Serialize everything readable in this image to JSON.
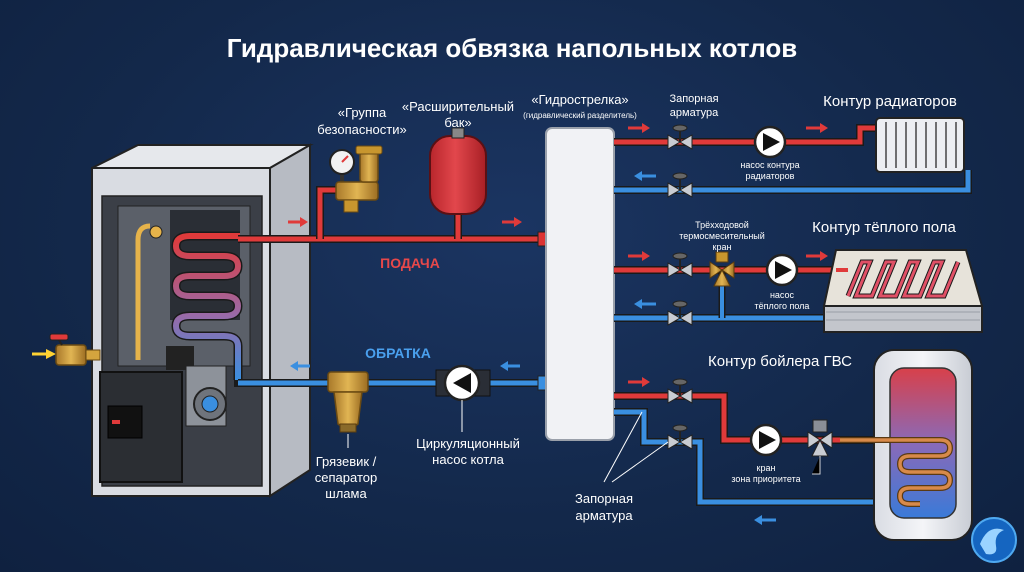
{
  "title": "Гидравлическая обвязка напольных котлов",
  "labels": {
    "safety_group_1": "«Группа",
    "safety_group_2": "безопасности»",
    "expansion_1": "«Расширительный",
    "expansion_2": "бак»",
    "hydro_1": "«Гидрострелка»",
    "hydro_2": "(гидравлический разделитель)",
    "shutoff_top_1": "Запорная",
    "shutoff_top_2": "арматура",
    "radiators_circuit": "Контур радиаторов",
    "radiator_pump_1": "насос контура",
    "radiator_pump_2": "радиаторов",
    "three_way_1": "Трёхходовой",
    "three_way_2": "термосмесительный",
    "three_way_3": "кран",
    "floor_circuit": "Контур тёплого пола",
    "floor_pump_1": "насос",
    "floor_pump_2": "тёплого пола",
    "supply": "ПОДАЧА",
    "return": "ОБРАТКА",
    "dhw_circuit": "Контур бойлера ГВС",
    "priority_1": "кран",
    "priority_2": "зона приоритета",
    "strainer_1": "Грязевик /",
    "strainer_2": "сепаратор",
    "strainer_3": "шлама",
    "boiler_pump_1": "Циркуляционный",
    "boiler_pump_2": "насос котла",
    "shutoff_bottom_1": "Запорная",
    "shutoff_bottom_2": "арматура"
  },
  "colors": {
    "background": "#13284a",
    "supply": "#e03a3a",
    "return": "#3a8fe0",
    "supply_text": "#e8484a",
    "return_text": "#4aa0ee"
  },
  "icons": [
    "boiler-icon",
    "safety-group-icon",
    "expansion-tank-icon",
    "hydraulic-separator-icon",
    "valve-icon",
    "pump-icon",
    "radiator-icon",
    "three-way-valve-icon",
    "floor-heating-icon",
    "dhw-tank-icon",
    "strainer-icon",
    "gas-valve-icon",
    "logo-icon"
  ]
}
